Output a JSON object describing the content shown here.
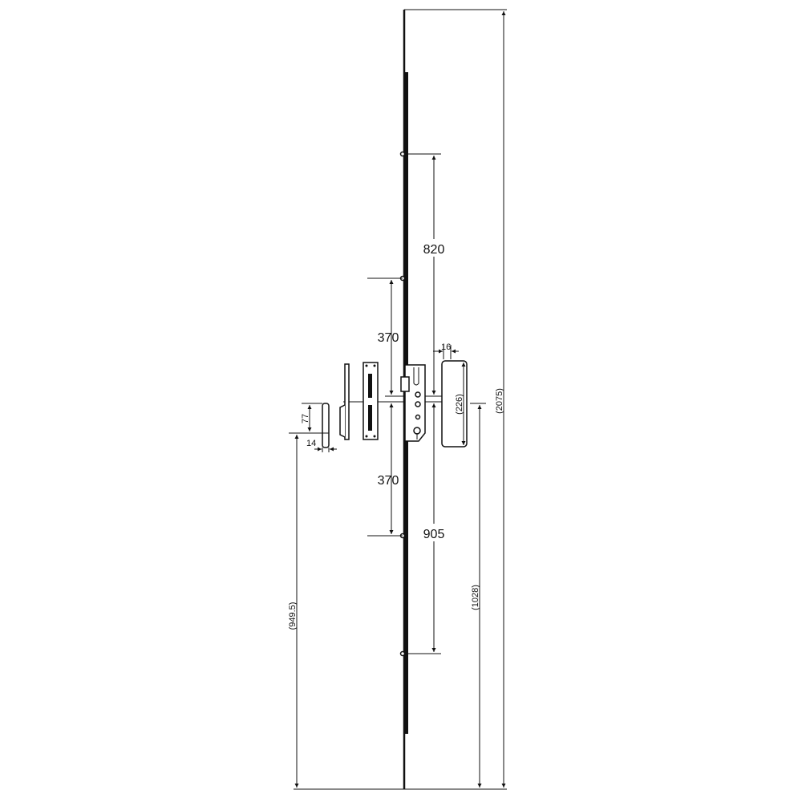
{
  "drawing": {
    "dimensions": {
      "overall": "(2075)",
      "top_to_center": "820",
      "center_to_bottom": "905",
      "upper_hook": "370",
      "lower_hook": "370",
      "keep_width": "16",
      "keep_length": "(226)",
      "keep_height_from_floor": "(1028)",
      "small_keeper_height": "77",
      "small_keeper_width": "14",
      "small_keeper_from_floor": "(949.5)"
    },
    "line_color": "#111111"
  }
}
